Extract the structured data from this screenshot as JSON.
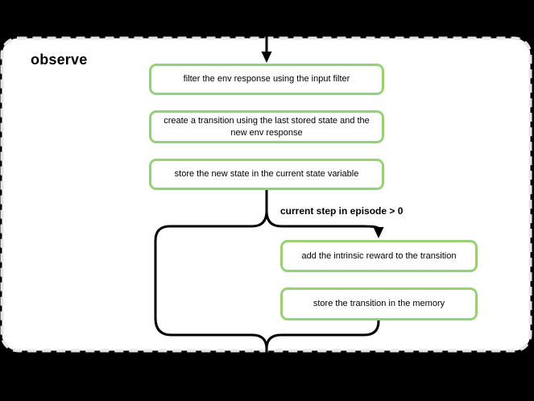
{
  "colors": {
    "page_background": "#000000",
    "container_fill": "#ffffff",
    "container_border": "#e6e6e6",
    "node_border": "#97d077",
    "node_fill": "#ffffff",
    "connector": "#000000",
    "text": "#000000"
  },
  "container": {
    "title": "observe"
  },
  "flowchart": {
    "nodes": [
      {
        "label": "filter the env response using the input filter"
      },
      {
        "label": "create a transition using the last stored state and the new env response"
      },
      {
        "label": "store the new state in the current state variable"
      },
      {
        "label": "add the intrinsic reward to the transition"
      },
      {
        "label": "store the transition in the memory"
      }
    ],
    "condition_label": "current step in episode > 0"
  }
}
